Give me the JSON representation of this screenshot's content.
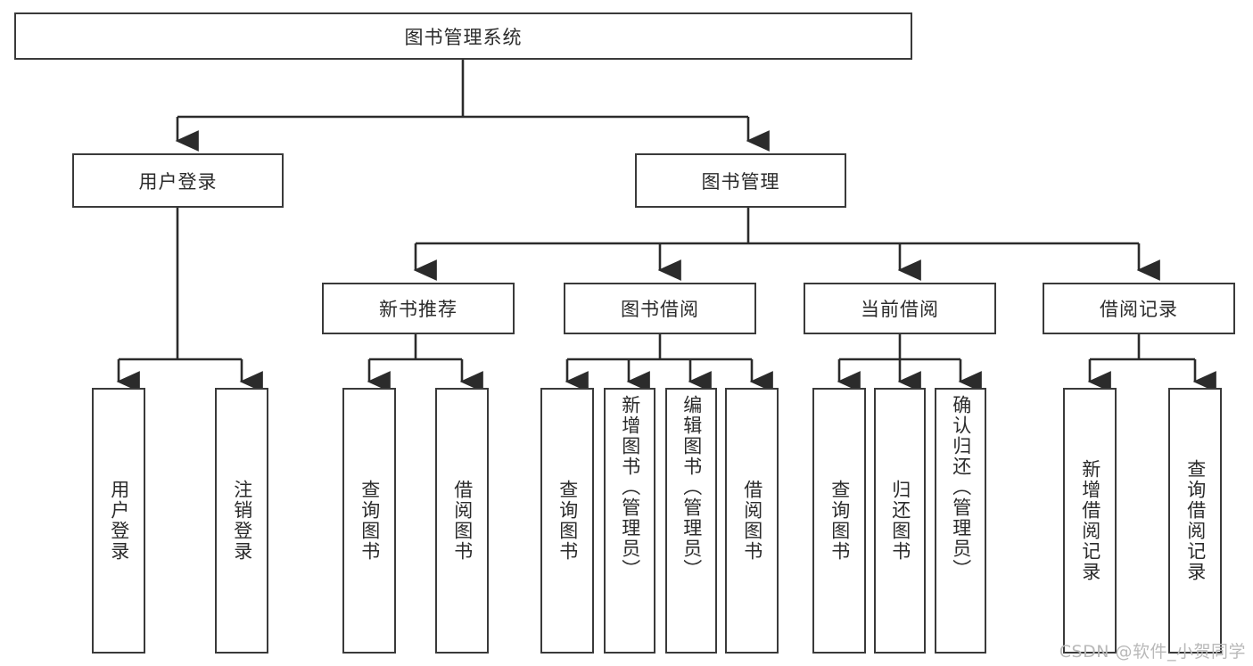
{
  "diagram": {
    "title": "图书管理系统",
    "type": "tree-hierarchy-diagram",
    "colors": {
      "box_border": "#3a3a3a",
      "box_fill": "#ffffff",
      "connector": "#2b2b2b",
      "text": "#2b2b2b",
      "watermark": "#b9b9b9"
    },
    "root": {
      "label": "图书管理系统"
    },
    "level2": [
      {
        "id": "user-login",
        "label": "用户登录"
      },
      {
        "id": "book-management",
        "label": "图书管理"
      }
    ],
    "level3": [
      {
        "id": "new-book-recommend",
        "label": "新书推荐"
      },
      {
        "id": "book-borrow",
        "label": "图书借阅"
      },
      {
        "id": "current-borrow",
        "label": "当前借阅"
      },
      {
        "id": "borrow-record",
        "label": "借阅记录"
      }
    ],
    "leaves": {
      "user_login": [
        {
          "id": "leaf-user-login",
          "label": "用户登录"
        },
        {
          "id": "leaf-logout-login",
          "label": "注销登录"
        }
      ],
      "new_book_recommend": [
        {
          "id": "leaf-query-book-1",
          "label": "查询图书"
        },
        {
          "id": "leaf-borrow-book-1",
          "label": "借阅图书"
        }
      ],
      "book_borrow": [
        {
          "id": "leaf-query-book-2",
          "label": "查询图书"
        },
        {
          "id": "leaf-add-book",
          "label": "新增图书（管理员）"
        },
        {
          "id": "leaf-edit-book",
          "label": "编辑图书（管理员）"
        },
        {
          "id": "leaf-borrow-book-2",
          "label": "借阅图书"
        }
      ],
      "current_borrow": [
        {
          "id": "leaf-query-book-3",
          "label": "查询图书"
        },
        {
          "id": "leaf-return-book",
          "label": "归还图书"
        },
        {
          "id": "leaf-confirm-return",
          "label": "确认归还（管理员）"
        }
      ],
      "borrow_record": [
        {
          "id": "leaf-add-record",
          "label": "新增借阅记录"
        },
        {
          "id": "leaf-query-record",
          "label": "查询借阅记录"
        }
      ]
    }
  },
  "watermark": {
    "text": "CSDN @软件_小贺同学"
  }
}
